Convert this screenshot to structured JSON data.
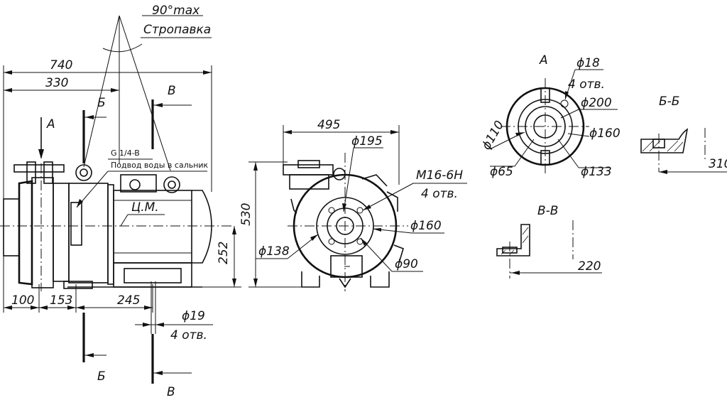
{
  "annotations": {
    "sling_angle": "90°max",
    "slinging": "Стропавка",
    "overall_length": "740",
    "length_to_axis": "330",
    "section_b": "Б",
    "section_v": "В",
    "view_a": "А",
    "thread_g": "G 1/4-B",
    "water_supply": "Подвод воды в сальник",
    "center_mass": "Ц.М.",
    "axis_height": "252",
    "dim_100": "100",
    "dim_153": "153",
    "dim_245": "245",
    "hole_d19": "ϕ19",
    "holes_4_a": "4 отв.",
    "width_495": "495",
    "height_530": "530",
    "d195": "ϕ195",
    "thread_m16": "M16-6H",
    "holes_4_b": "4 отв.",
    "d160_front": "ϕ160",
    "d138": "ϕ138",
    "d90": "ϕ90",
    "view_a_title": "А",
    "d18": "ϕ18",
    "holes_4_c": "4 отв.",
    "d200": "ϕ200",
    "d110": "ϕ110",
    "d160_view": "ϕ160",
    "d65": "ϕ65",
    "d133": "ϕ133",
    "section_bb": "Б-Б",
    "dim_310": "310",
    "section_vv": "В-В",
    "dim_220": "220"
  }
}
